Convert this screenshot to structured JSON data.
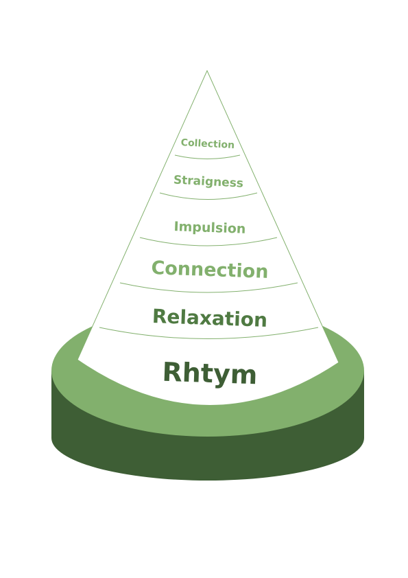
{
  "pyramid": {
    "levels": [
      {
        "label": "Collection"
      },
      {
        "label": "Straigness"
      },
      {
        "label": "Impulsion"
      },
      {
        "label": "Connection"
      },
      {
        "label": "Relaxation"
      },
      {
        "label": "Rhtym"
      }
    ]
  },
  "colors": {
    "base_top": "#82b06d",
    "base_side": "#3e5e35",
    "cone_fill": "#ffffff",
    "cone_stroke": "#82b06d",
    "text_light": "#82b06d",
    "text_mid": "#4f7a42",
    "text_dark": "#3e5e35"
  }
}
